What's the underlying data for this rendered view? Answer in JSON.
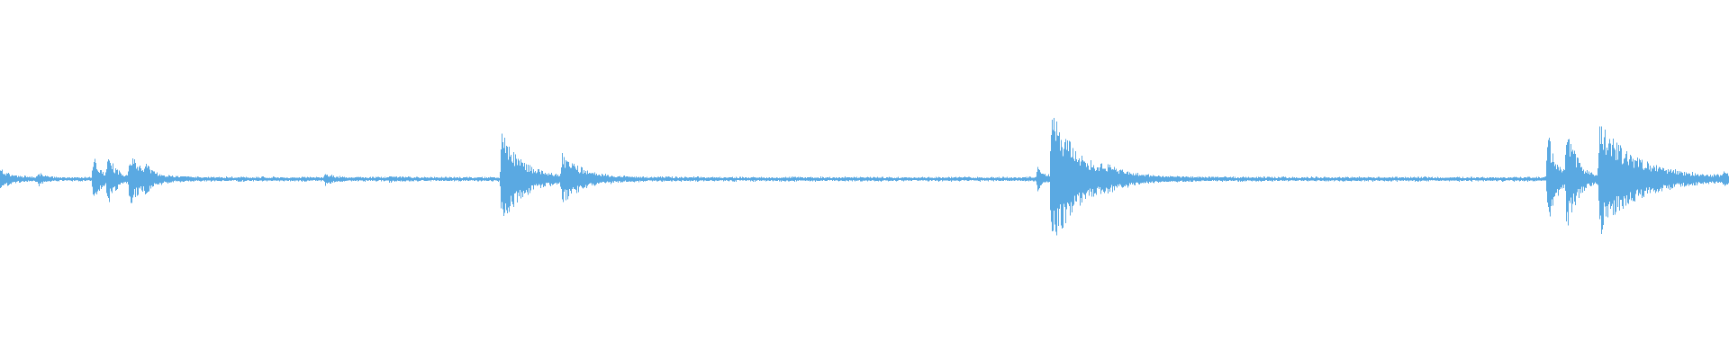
{
  "waveform": {
    "color": "#5aa9e2",
    "background": "#ffffff",
    "baseline_noise": 0.03,
    "events": [
      {
        "t": 0.0,
        "amp": 0.1,
        "decay": 0.006
      },
      {
        "t": 0.022,
        "amp": 0.06,
        "decay": 0.003
      },
      {
        "t": 0.054,
        "amp": 0.26,
        "decay": 0.004
      },
      {
        "t": 0.062,
        "amp": 0.26,
        "decay": 0.005
      },
      {
        "t": 0.075,
        "amp": 0.28,
        "decay": 0.008
      },
      {
        "t": 0.084,
        "amp": 0.08,
        "decay": 0.004
      },
      {
        "t": 0.188,
        "amp": 0.06,
        "decay": 0.004
      },
      {
        "t": 0.225,
        "amp": 0.02,
        "decay": 0.004
      },
      {
        "t": 0.29,
        "amp": 0.52,
        "decay": 0.012
      },
      {
        "t": 0.325,
        "amp": 0.24,
        "decay": 0.012
      },
      {
        "t": 0.6,
        "amp": 0.12,
        "decay": 0.004
      },
      {
        "t": 0.608,
        "amp": 0.78,
        "decay": 0.016
      },
      {
        "t": 0.637,
        "amp": 0.07,
        "decay": 0.01
      },
      {
        "t": 0.895,
        "amp": 0.55,
        "decay": 0.005
      },
      {
        "t": 0.906,
        "amp": 0.56,
        "decay": 0.006
      },
      {
        "t": 0.925,
        "amp": 0.6,
        "decay": 0.022
      },
      {
        "t": 0.997,
        "amp": 0.05,
        "decay": 0.003
      }
    ]
  }
}
